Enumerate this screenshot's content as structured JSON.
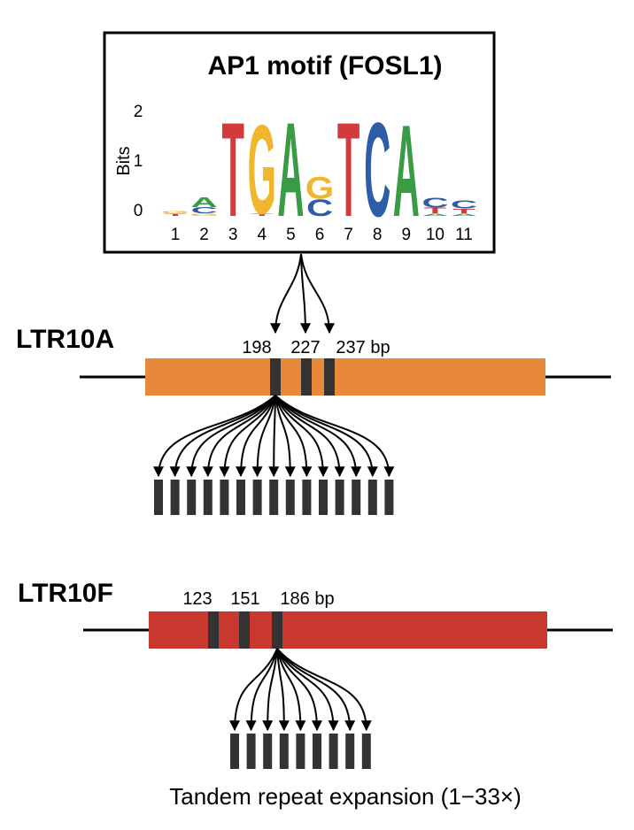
{
  "motif": {
    "title": "AP1 motif (FOSL1)",
    "ylabel": "Bits",
    "yticks": [
      "0",
      "1",
      "2"
    ],
    "positions": [
      "1",
      "2",
      "3",
      "4",
      "5",
      "6",
      "7",
      "8",
      "9",
      "10",
      "11"
    ],
    "colors": {
      "A": "#3a9b45",
      "C": "#2e5da8",
      "G": "#f0b62e",
      "T": "#d13b3b"
    },
    "letters": [
      [
        {
          "l": "T",
          "h": 0.05
        },
        {
          "l": "G",
          "h": 0.05
        }
      ],
      [
        {
          "l": "G",
          "h": 0.05
        },
        {
          "l": "C",
          "h": 0.13
        },
        {
          "l": "A",
          "h": 0.2
        }
      ],
      [
        {
          "l": "T",
          "h": 1.95
        }
      ],
      [
        {
          "l": "T",
          "h": 0.05
        },
        {
          "l": "G",
          "h": 1.85
        }
      ],
      [
        {
          "l": "A",
          "h": 1.95
        }
      ],
      [
        {
          "l": "C",
          "h": 0.35
        },
        {
          "l": "G",
          "h": 0.45
        }
      ],
      [
        {
          "l": "T",
          "h": 1.95
        }
      ],
      [
        {
          "l": "C",
          "h": 1.95
        }
      ],
      [
        {
          "l": "A",
          "h": 1.9
        }
      ],
      [
        {
          "l": "A",
          "h": 0.05
        },
        {
          "l": "T",
          "h": 0.12
        },
        {
          "l": "C",
          "h": 0.2
        }
      ],
      [
        {
          "l": "A",
          "h": 0.05
        },
        {
          "l": "T",
          "h": 0.1
        },
        {
          "l": "C",
          "h": 0.17
        }
      ]
    ]
  },
  "ltr10a": {
    "name": "LTR10A",
    "color": "#e8883a",
    "positions_label": [
      "198",
      "227",
      "237 bp"
    ],
    "site_positions_bp": [
      198,
      227,
      237
    ],
    "repeat_count_drawn": 15
  },
  "ltr10f": {
    "name": "LTR10F",
    "color": "#c8382f",
    "positions_label": [
      "123",
      "151",
      "186 bp"
    ],
    "site_positions_bp": [
      123,
      151,
      186
    ],
    "repeat_count_drawn": 9
  },
  "caption": "Tandem repeat expansion (1−33×)",
  "colors": {
    "site": "#333333",
    "line": "#000000"
  }
}
